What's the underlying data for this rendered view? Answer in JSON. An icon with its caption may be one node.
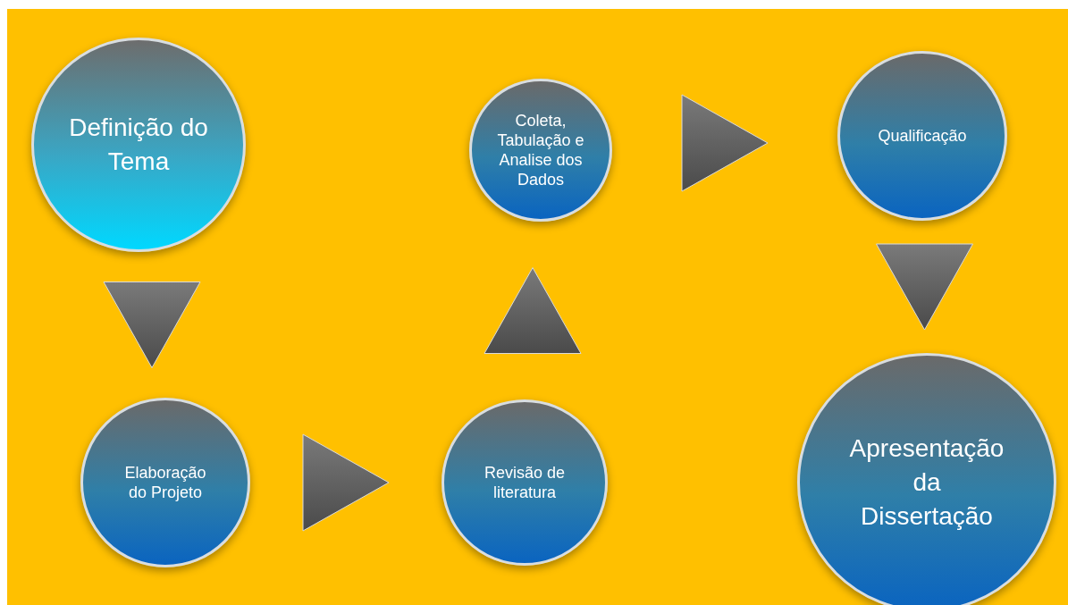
{
  "diagram": {
    "nodes": [
      {
        "text": [
          "Definição do Tema"
        ]
      },
      {
        "text": [
          "Elaboração do Projeto"
        ]
      },
      {
        "text": [
          "Revisão de literatura"
        ]
      },
      {
        "text": [
          "Coleta, Tabulação e Analise dos Dados"
        ]
      },
      {
        "text": [
          "Qualificação"
        ]
      },
      {
        "text": [
          "Apresentação da Dissertação"
        ]
      }
    ],
    "edges": [
      {
        "from": 0,
        "to": 1,
        "arrow": "to"
      },
      {
        "from": 1,
        "to": 2,
        "arrow": "to"
      },
      {
        "from": 2,
        "to": 3,
        "arrow": "to"
      },
      {
        "from": 3,
        "to": 4,
        "arrow": "to"
      },
      {
        "from": 4,
        "to": 5,
        "arrow": "to"
      }
    ]
  }
}
